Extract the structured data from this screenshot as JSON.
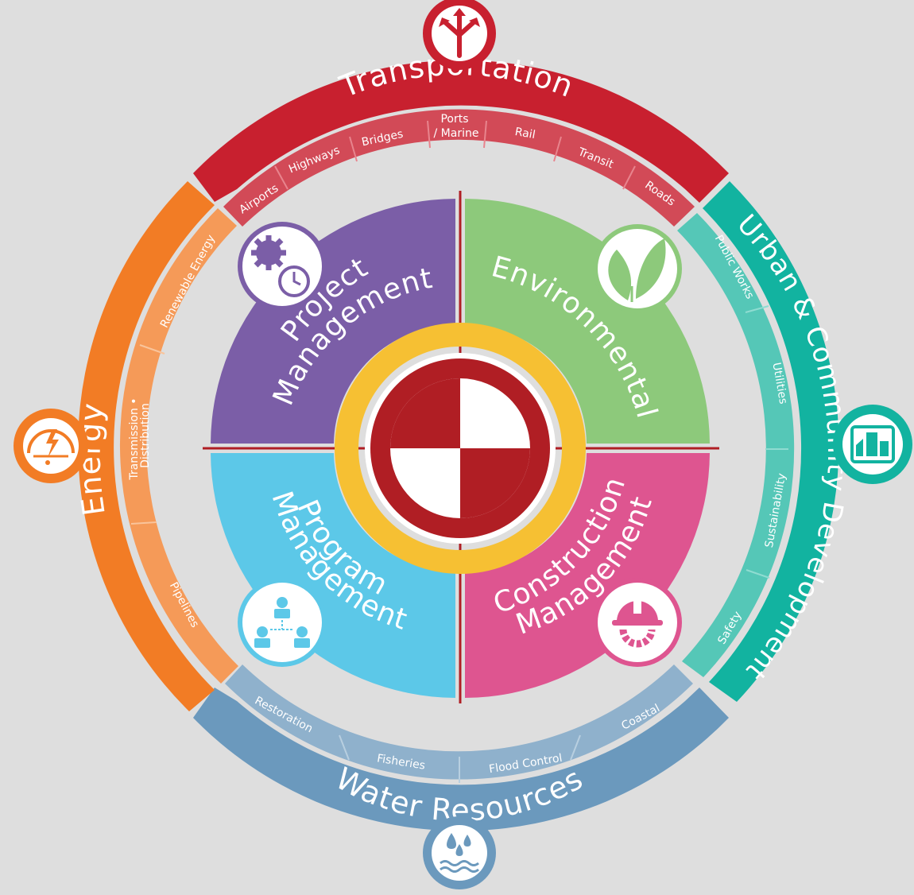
{
  "colors": {
    "background": "#dedede",
    "transportation": "#c8202f",
    "urban": "#12b3a0",
    "water": "#6b99bd",
    "energy": "#f27c25",
    "project": "#7b5ea7",
    "environmental": "#8dc97b",
    "program": "#5cc8e8",
    "construction": "#de5590",
    "ring": "#f6c033",
    "core": "#b01e24"
  },
  "sectors": {
    "transportation": {
      "title": "Transportation",
      "icon": "split-arrows-icon",
      "items": [
        "Airports",
        "Highways",
        "Bridges",
        "Ports",
        "/ Marine",
        "Rail",
        "Transit",
        "Roads"
      ]
    },
    "urban": {
      "title": "Urban & Community Development",
      "icon": "city-plan-icon",
      "items": [
        "Public Works",
        "Utilities",
        "Sustainability",
        "Safety"
      ]
    },
    "water": {
      "title": "Water Resources",
      "icon": "water-drops-icon",
      "items": [
        "Restoration",
        "Fisheries",
        "Flood Control",
        "Coastal"
      ]
    },
    "energy": {
      "title": "Energy",
      "icon": "energy-gauge-icon",
      "items": [
        "Renewable Energy",
        "Transmission •",
        "Distribution",
        "Pipelines"
      ]
    }
  },
  "services": {
    "project": {
      "line1": "Project",
      "line2": "Management",
      "icon": "gear-clock-icon"
    },
    "environmental": {
      "line1": "Environmental",
      "icon": "leaf-icon"
    },
    "program": {
      "line1": "Program",
      "line2": "Management",
      "icon": "org-chart-icon"
    },
    "construction": {
      "line1": "Construction",
      "line2": "Management",
      "icon": "hardhat-gear-icon"
    }
  }
}
